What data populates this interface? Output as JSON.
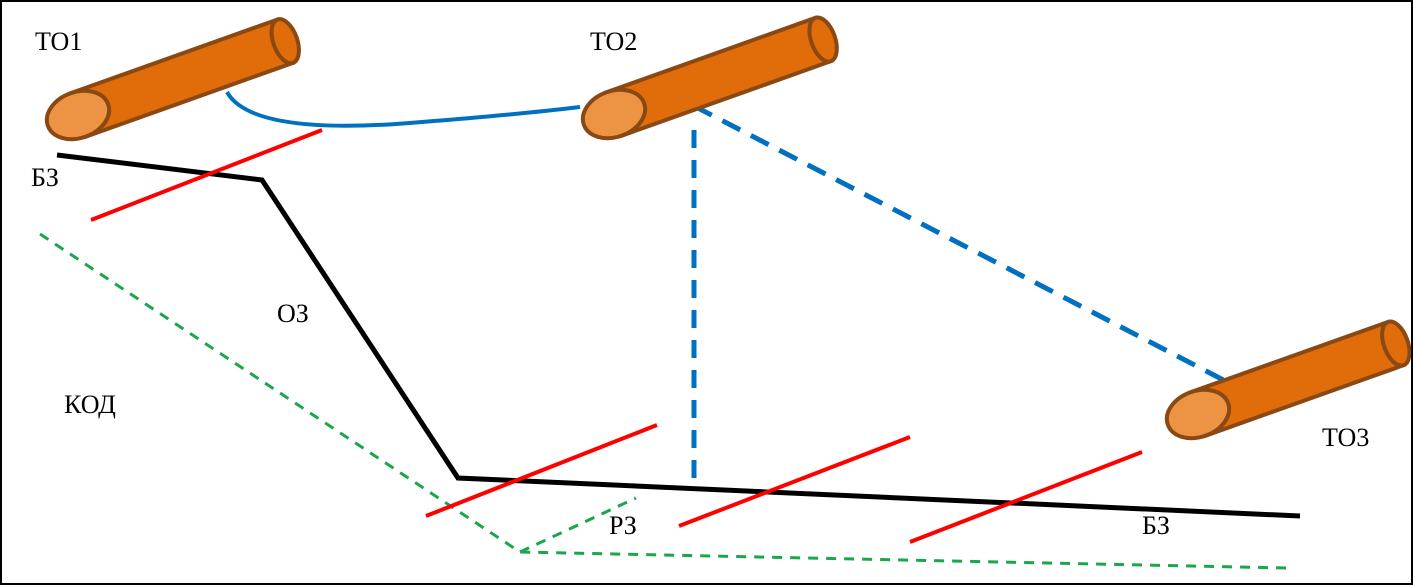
{
  "labels": {
    "to1": "ТО1",
    "to2": "ТО2",
    "to3": "ТО3",
    "bz_top": "БЗ",
    "oz": "ОЗ",
    "kod": "КОД",
    "rz": "РЗ",
    "bz_bottom": "БЗ"
  },
  "colors": {
    "pipe_fill": "#e06c0a",
    "pipe_end": "#ec9344",
    "pipe_outline": "#8a4812",
    "ground_line": "#000000",
    "fault_lines": "#ff0000",
    "connection_lines": "#0070c0",
    "kod_lines": "#1aa64a"
  },
  "icons": {
    "pipe": "pipe-icon"
  }
}
